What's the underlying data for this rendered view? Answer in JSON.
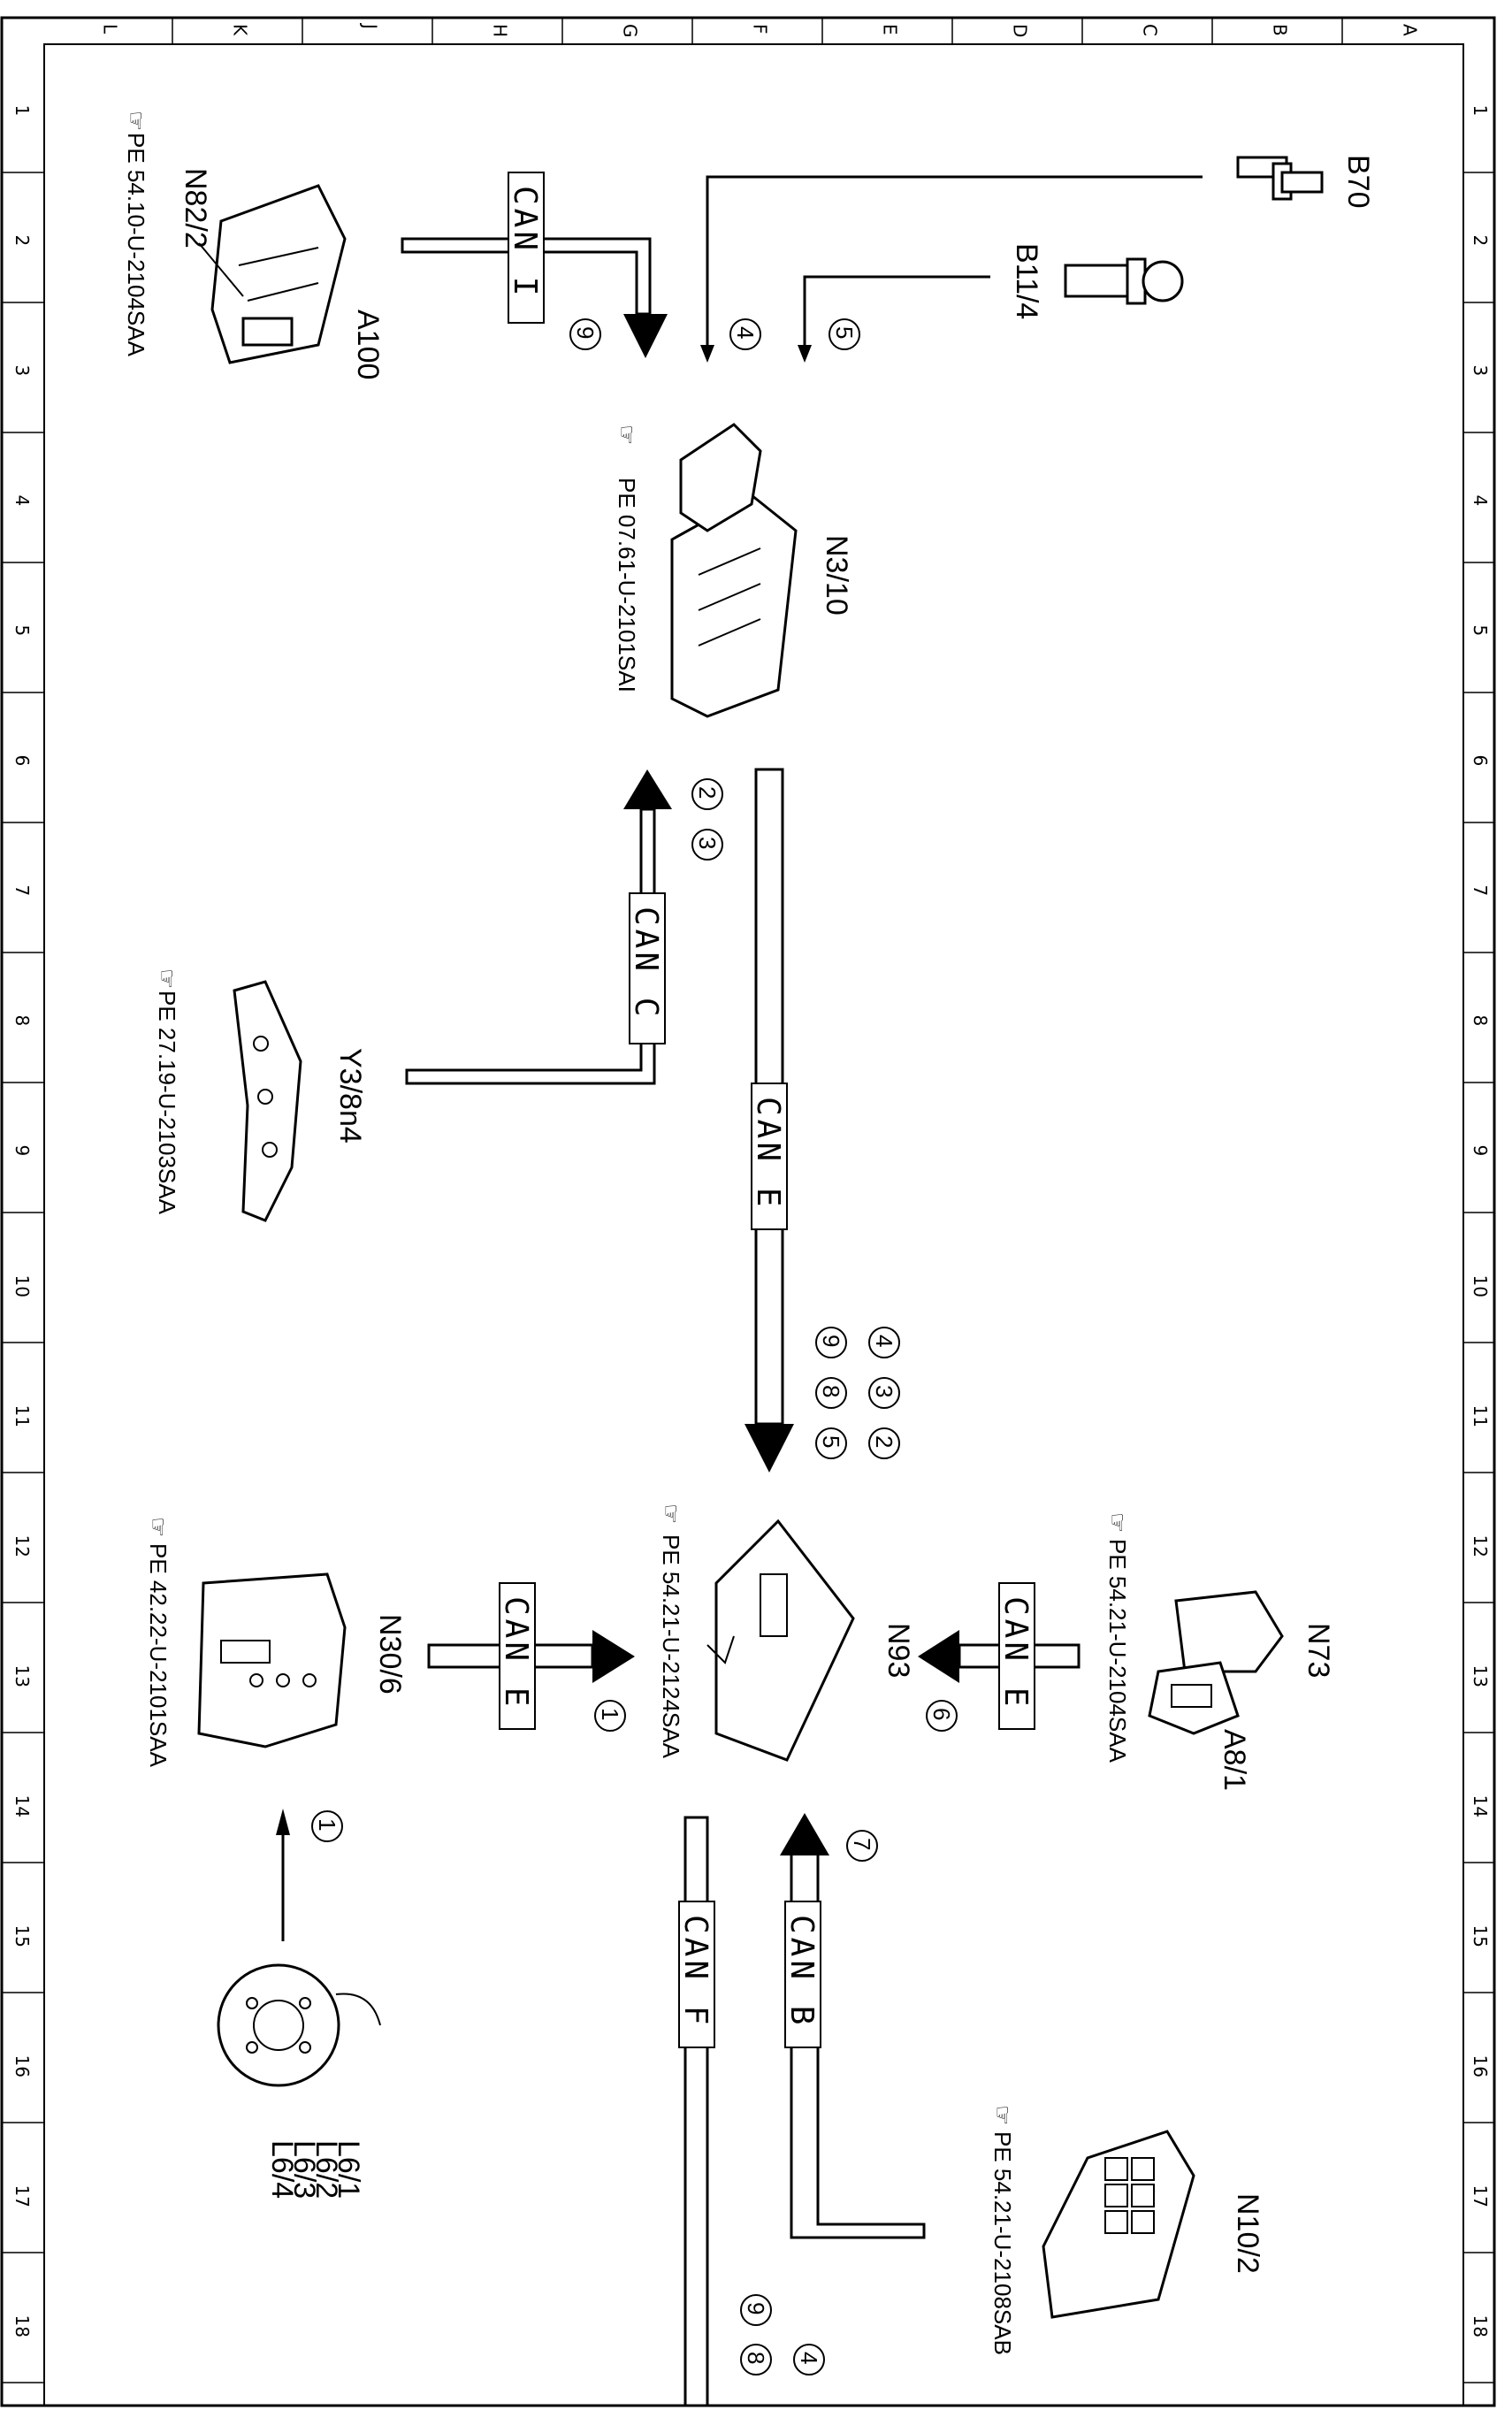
{
  "frame": {
    "column_letters": [
      "L",
      "K",
      "J",
      "H",
      "G",
      "F",
      "E",
      "D",
      "C",
      "B",
      "A"
    ],
    "row_numbers": [
      "1",
      "2",
      "3",
      "4",
      "5",
      "6",
      "7",
      "8",
      "9",
      "10",
      "11",
      "12",
      "13",
      "14",
      "15",
      "16",
      "17",
      "18"
    ]
  },
  "components": {
    "B70": {
      "label": "B70"
    },
    "B11_4": {
      "label": "B11/4"
    },
    "A100": {
      "label": "A100"
    },
    "N82_2": {
      "label": "N82/2",
      "pe": "PE 54.10-U-2104SAA"
    },
    "N3_10": {
      "label": "N3/10",
      "pe": "PE 07.61-U-2101SAI"
    },
    "Y3_8n4": {
      "label": "Y3/8n4",
      "pe": "PE 27.19-U-2103SAA"
    },
    "N30_6": {
      "label": "N30/6",
      "pe": "PE 42.22-U-2101SAA"
    },
    "N93": {
      "label": "N93",
      "pe": "PE 54.21-U-2124SAA"
    },
    "N73": {
      "label": "N73",
      "pe": "PE 54.21-U-2104SAA"
    },
    "A8_1": {
      "label": "A8/1"
    },
    "L6": {
      "labels": [
        "L6/1",
        "L6/2",
        "L6/3",
        "L6/4"
      ]
    },
    "N10_2": {
      "label": "N10/2",
      "pe": "PE 54.21-U-2108SAB"
    }
  },
  "buses": {
    "can_i": "CAN I",
    "can_c": "CAN C",
    "can_e_main": "CAN E",
    "can_e_left": "CAN E",
    "can_e_right": "CAN E",
    "can_b": "CAN B",
    "can_f": "CAN F"
  },
  "markers": {
    "m9_top": "9",
    "m4_top": "4",
    "m5_top": "5",
    "m2_mid": "2",
    "m3_mid": "3",
    "group_a": [
      "4",
      "3",
      "2"
    ],
    "group_b": [
      "9",
      "8",
      "5"
    ],
    "m1_left": "1",
    "m6_right": "6",
    "m1_wheel": "1",
    "m7": "7",
    "m4_bottom": "4",
    "m9_bottom": "9",
    "m8_bottom": "8"
  },
  "colors": {
    "line": "#000000",
    "background": "#ffffff"
  }
}
